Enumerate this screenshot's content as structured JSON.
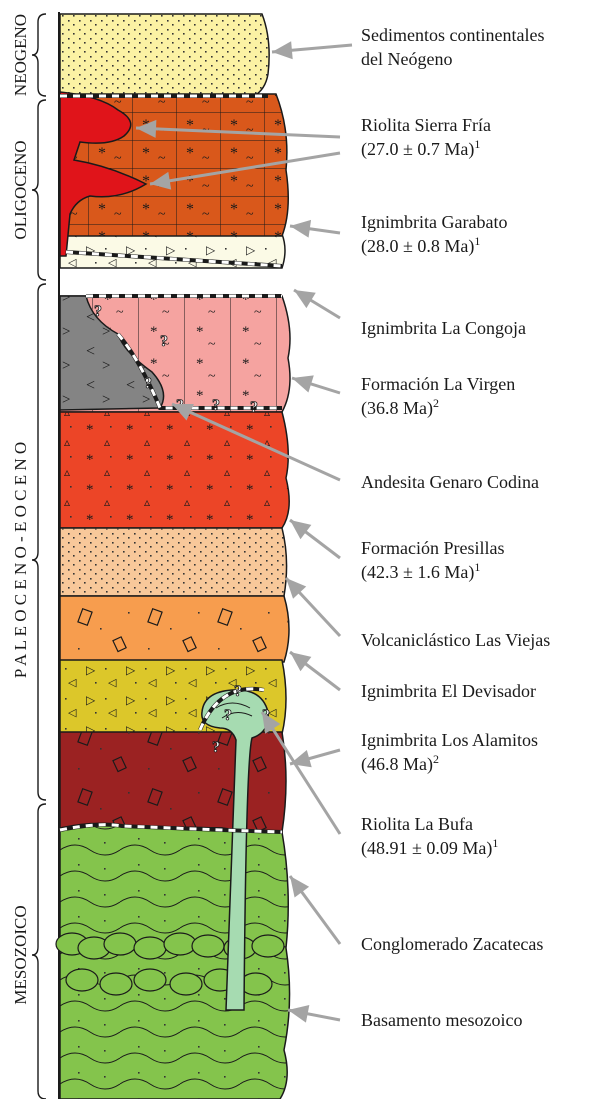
{
  "eras": [
    {
      "id": "neogeno",
      "label": "NEOGENO"
    },
    {
      "id": "oligoceno",
      "label": "OLIGOCENO"
    },
    {
      "id": "paleoceno",
      "label": "P A L E O C E N O   -   E O C E N O"
    },
    {
      "id": "mesozoico",
      "label": "MESOZOICO"
    }
  ],
  "units": [
    {
      "id": "sedimentos",
      "lines": [
        "Sedimentos continentales",
        "del Neógeno"
      ],
      "color": "#fbf2a4"
    },
    {
      "id": "riolita-sierra-fria",
      "lines": [
        "Riolita Sierra Fría",
        "(27.0 ± 0.7 Ma)"
      ],
      "sup": "1",
      "color": "#d9581b"
    },
    {
      "id": "ignimbrita-garabato",
      "lines": [
        "Ignimbrita Garabato",
        "(28.0 ± 0.8 Ma)"
      ],
      "sup": "1",
      "color": "#fbfae6"
    },
    {
      "id": "ignimbrita-la-congoja",
      "lines": [
        "Ignimbrita La Congoja"
      ],
      "color": "#f5a3a0"
    },
    {
      "id": "formacion-la-virgen",
      "lines": [
        "Formación La Virgen",
        "(36.8 Ma)"
      ],
      "sup": "2",
      "color": "#f5a3a0"
    },
    {
      "id": "andesita-genaro-codina",
      "lines": [
        "Andesita Genaro Codina"
      ],
      "color": "#848484"
    },
    {
      "id": "formacion-presillas",
      "lines": [
        "Formación Presillas",
        "(42.3 ± 1.6 Ma)"
      ],
      "sup": "1",
      "color": "#f8c89a"
    },
    {
      "id": "volcaniclastico-las-viejas",
      "lines": [
        "Volcaniclástico Las Viejas"
      ],
      "color": "#f79d4e"
    },
    {
      "id": "ignimbrita-el-devisador",
      "lines": [
        "Ignimbrita El Devisador"
      ],
      "color": "#dcc72a"
    },
    {
      "id": "ignimbrita-los-alamitos",
      "lines": [
        "Ignimbrita Los Alamitos",
        "(46.8 Ma)"
      ],
      "sup": "2",
      "color": "#9b2222"
    },
    {
      "id": "riolita-la-bufa",
      "lines": [
        "Riolita La Bufa",
        "(48.91 ± 0.09 Ma)"
      ],
      "sup": "1",
      "color": "#a6dbb1"
    },
    {
      "id": "conglomerado-zacatecas",
      "lines": [
        "Conglomerado Zacatecas"
      ],
      "color": "#84c44c"
    },
    {
      "id": "basamento-mesozoico",
      "lines": [
        "Basamento mesozoico"
      ],
      "color": "#84c44c"
    }
  ],
  "colors": {
    "arrow": "#a4a4a4",
    "outline": "#1a1a1a",
    "red_lava": "#e0141a",
    "orange_ign": "#d9581b",
    "red_ign": "#ec4527",
    "green_base": "#84c44c"
  }
}
